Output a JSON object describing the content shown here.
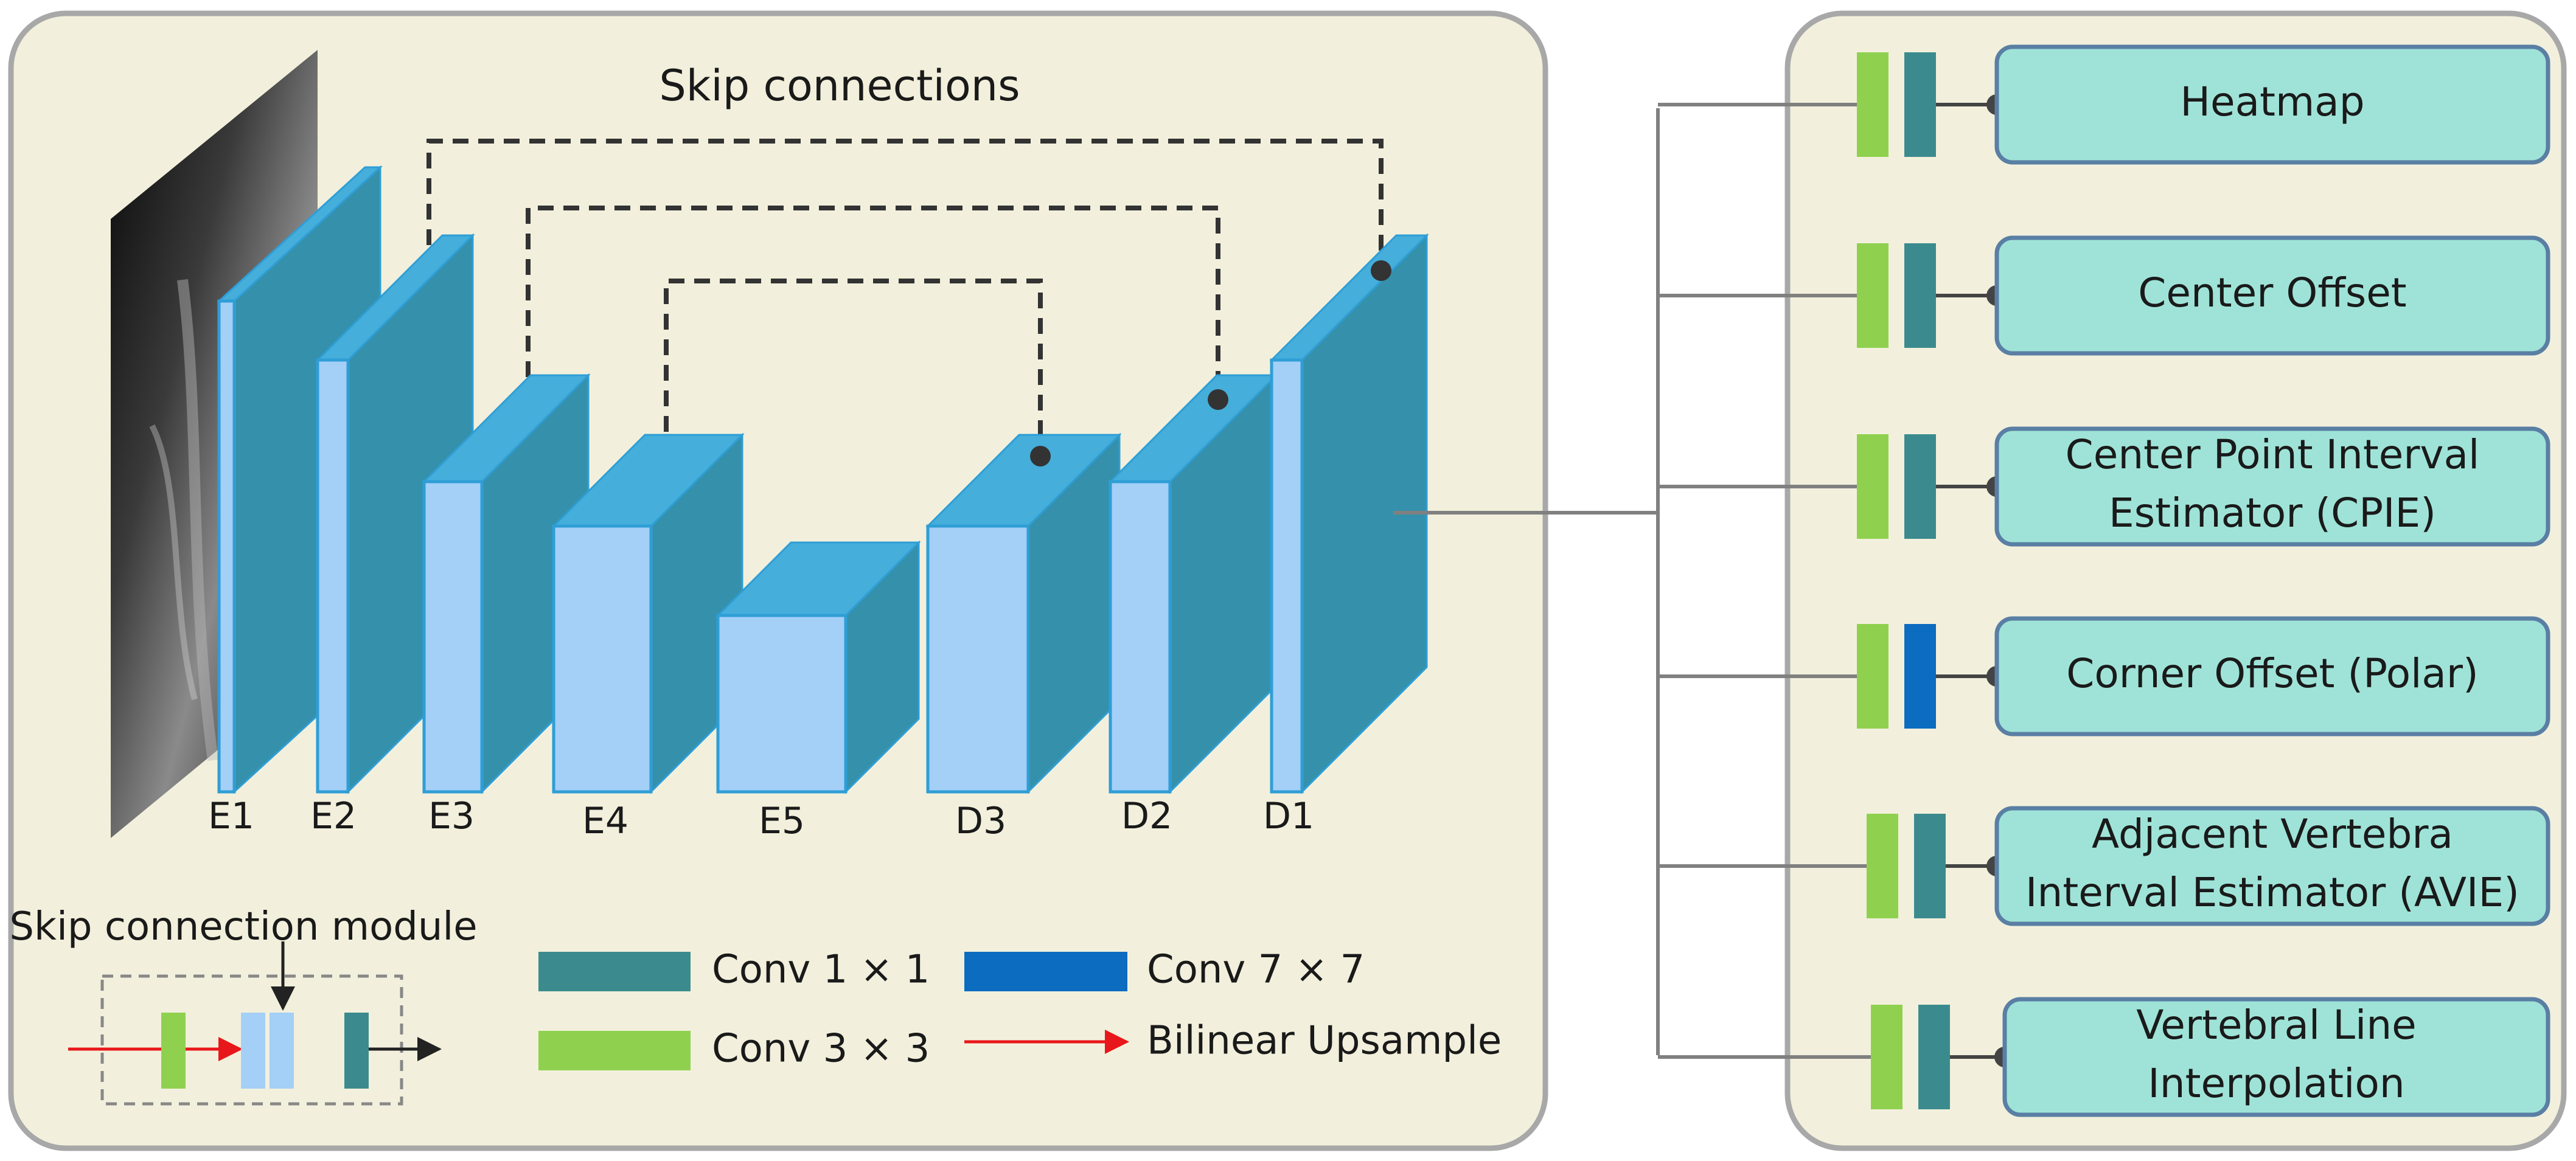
{
  "title": "Skip connections",
  "colors": {
    "panel_fill": "#f2f0dc",
    "panel_stroke": "#a8a8a8",
    "block_top": "#45aedb",
    "block_side": "#3591ab",
    "block_front": "#a4cff7",
    "block_edge": "#2f9ed6",
    "conv1x1": "#3b8b8e",
    "conv3x3": "#8fd14f",
    "conv7x7": "#0b6cc0",
    "upsample_arrow": "#e8171b",
    "head_fill": "#9fe3d8",
    "head_stroke": "#5a7fa4",
    "line": "#808080",
    "dash": "#333333"
  },
  "blocks": [
    {
      "id": "E1",
      "label": "E1"
    },
    {
      "id": "E2",
      "label": "E2"
    },
    {
      "id": "E3",
      "label": "E3"
    },
    {
      "id": "E4",
      "label": "E4"
    },
    {
      "id": "E5",
      "label": "E5"
    },
    {
      "id": "D3",
      "label": "D3"
    },
    {
      "id": "D2",
      "label": "D2"
    },
    {
      "id": "D1",
      "label": "D1"
    }
  ],
  "skip_connections": [
    [
      "E2",
      "D1"
    ],
    [
      "E3",
      "D2"
    ],
    [
      "E4",
      "D3"
    ]
  ],
  "module": {
    "title": "Skip connection module"
  },
  "legend": [
    {
      "key": "conv1x1",
      "label": "Conv 1 × 1"
    },
    {
      "key": "conv7x7",
      "label": "Conv 7 × 7"
    },
    {
      "key": "conv3x3",
      "label": "Conv 3 × 3"
    },
    {
      "key": "upsample",
      "label": "Bilinear Upsample"
    }
  ],
  "heads": [
    {
      "id": "heatmap",
      "lines": [
        "Heatmap"
      ],
      "conv": "conv1x1"
    },
    {
      "id": "center-offset",
      "lines": [
        "Center Offset"
      ],
      "conv": "conv1x1"
    },
    {
      "id": "cpie",
      "lines": [
        "Center Point Interval",
        "Estimator (CPIE)"
      ],
      "conv": "conv1x1"
    },
    {
      "id": "corner-offset",
      "lines": [
        "Corner Offset (Polar)"
      ],
      "conv": "conv7x7"
    },
    {
      "id": "avie",
      "lines": [
        "Adjacent Vertebra",
        "Interval Estimator (AVIE)"
      ],
      "conv": "conv1x1"
    },
    {
      "id": "vertebral-line",
      "lines": [
        "Vertebral Line",
        "Interpolation"
      ],
      "conv": "conv1x1"
    }
  ]
}
